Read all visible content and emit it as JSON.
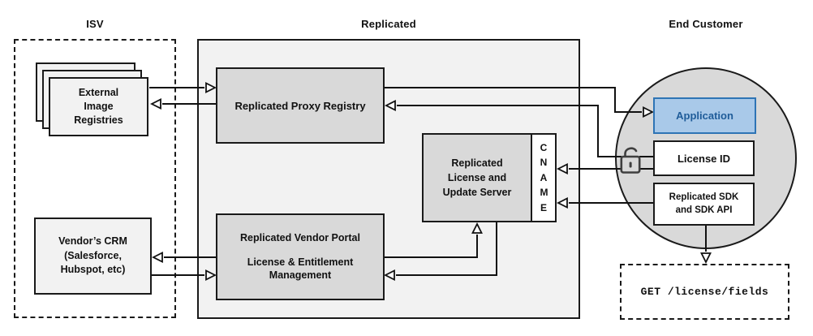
{
  "sections": {
    "isv": {
      "label": "ISV"
    },
    "replicated": {
      "label": "Replicated"
    },
    "end_customer": {
      "label": "End Customer"
    }
  },
  "nodes": {
    "external_image_registries": {
      "label": "External\nImage\nRegistries"
    },
    "vendors_crm": {
      "label": "Vendor’s CRM\n(Salesforce,\nHubspot, etc)"
    },
    "replicated_proxy_registry": {
      "label": "Replicated Proxy Registry"
    },
    "replicated_vendor_portal": {
      "title": "Replicated Vendor Portal",
      "subtitle": "License & Entitlement\nManagement"
    },
    "replicated_license_update_server": {
      "label": "Replicated\nLicense and\nUpdate Server"
    },
    "cname": {
      "label": "CNAME"
    },
    "application": {
      "label": "Application"
    },
    "license_id": {
      "label": "License ID"
    },
    "replicated_sdk": {
      "label": "Replicated SDK\nand SDK API"
    },
    "get_license_fields": {
      "label": "GET /license/fields"
    }
  },
  "icons": {
    "unlocked_padlock": "unlocked-padlock-icon",
    "registry_stack": "stacked-sheets-icon"
  },
  "colors": {
    "application_fill": "#a9c9e9",
    "application_border": "#2e74b5",
    "application_text": "#1f5c99",
    "inner_box_gray": "#d9d9d9",
    "panel_gray": "#f2f2f2",
    "line_color": "#111111"
  }
}
